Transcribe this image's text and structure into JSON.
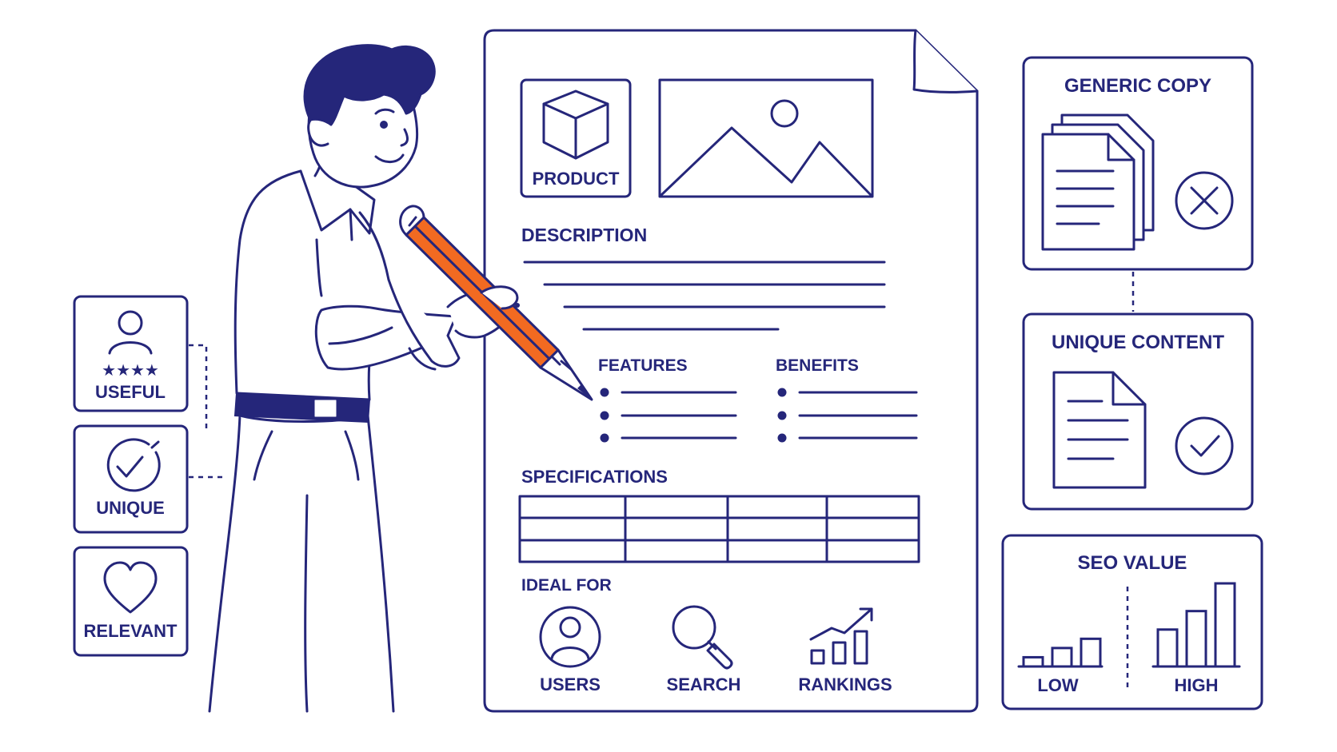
{
  "colors": {
    "ink": "#25267a",
    "accent": "#f26a21",
    "background": "#ffffff"
  },
  "left_cards": [
    {
      "label": "USEFUL",
      "icon": "user-rating-icon"
    },
    {
      "label": "UNIQUE",
      "icon": "check-circle-icon"
    },
    {
      "label": "RELEVANT",
      "icon": "heart-icon"
    }
  ],
  "document": {
    "product_label": "PRODUCT",
    "description_heading": "DESCRIPTION",
    "features_heading": "FEATURES",
    "benefits_heading": "BENEFITS",
    "specifications_heading": "SPECIFICATIONS",
    "ideal_for_heading": "IDEAL FOR",
    "ideal_for": [
      {
        "label": "USERS",
        "icon": "user-circle-icon"
      },
      {
        "label": "SEARCH",
        "icon": "magnifier-icon"
      },
      {
        "label": "RANKINGS",
        "icon": "rising-bars-icon"
      }
    ]
  },
  "right_cards": {
    "generic_copy": {
      "title": "GENERIC COPY",
      "icon": "documents-stack-icon",
      "status_icon": "x-circle-icon"
    },
    "unique_content": {
      "title": "UNIQUE CONTENT",
      "icon": "document-icon",
      "status_icon": "check-circle-icon"
    },
    "seo_value": {
      "title": "SEO VALUE",
      "low_label": "LOW",
      "high_label": "HIGH",
      "low_bars": [
        1,
        2,
        3
      ],
      "high_bars": [
        4,
        6,
        9
      ]
    }
  }
}
